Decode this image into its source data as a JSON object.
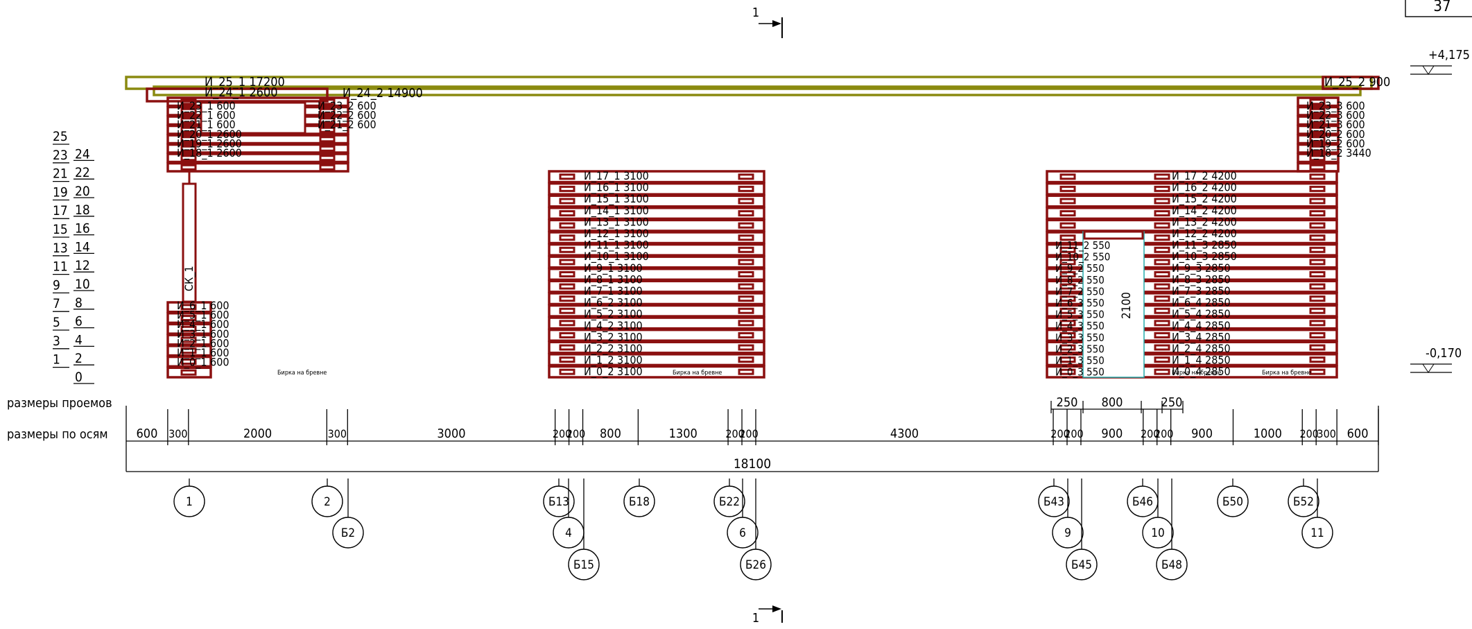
{
  "page_number": "37",
  "section_mark": "1",
  "elevation_top": "+4,175",
  "elevation_bottom": "-0,170",
  "row_labels": {
    "odd": [
      "1",
      "3",
      "5",
      "7",
      "9",
      "11",
      "13",
      "15",
      "17",
      "19",
      "21",
      "23",
      "25"
    ],
    "even": [
      "0",
      "2",
      "4",
      "6",
      "8",
      "10",
      "12",
      "14",
      "16",
      "18",
      "20",
      "22",
      "24"
    ]
  },
  "row_headers": {
    "openings": "размеры проемов",
    "axes": "размеры по осям"
  },
  "openings_dims": [
    "250",
    "800",
    "250"
  ],
  "axes_dims": [
    "600",
    "300",
    "2000",
    "300",
    "3000",
    "200",
    "200",
    "800",
    "1300",
    "200",
    "200",
    "4300",
    "200",
    "200",
    "900",
    "200",
    "200",
    "900",
    "1000",
    "200",
    "300",
    "600"
  ],
  "total_dim": "18100",
  "axis_bubbles": [
    "1",
    "2",
    "Б2",
    "Б13",
    "4",
    "Б15",
    "Б18",
    "Б22",
    "6",
    "Б26",
    "Б43",
    "9",
    "Б45",
    "Б46",
    "10",
    "Б48",
    "Б50",
    "Б52",
    "11"
  ],
  "note_text": "Бирка на бревне",
  "log_labels": {
    "top": [
      "И_25_1  17200",
      "И_24_1  2600",
      "И_24_2  14900",
      "И_25_2  900"
    ],
    "block_a": [
      "И_23_1  600",
      "И_22_1  600",
      "И_21_1  600",
      "И_20_1  2600",
      "И_19_1  2600",
      "И_18_1  2600"
    ],
    "block_a_right": [
      "И_23_2  600",
      "И_22_2  600",
      "И_21_2  600"
    ],
    "block_b": [
      "И_6_1  600",
      "И_5_1  600",
      "И_4_1  600",
      "И_3_1  600",
      "И_2_1  600",
      "И_1_1  600",
      "И_0_1  600"
    ],
    "block_c": [
      "И_17_1  3100",
      "И_16_1  3100",
      "И_15_1  3100",
      "И_14_1  3100",
      "И_13_1  3100",
      "И_12_1  3100",
      "И_11_1  3100",
      "И_10_1  3100",
      "И_9_1  3100",
      "И_8_1  3100",
      "И_7_1  3100",
      "И_6_2  3100",
      "И_5_2  3100",
      "И_4_2  3100",
      "И_3_2  3100",
      "И_2_2  3100",
      "И_1_2  3100",
      "И_0_2  3100"
    ],
    "block_d": [
      "И_17_2  4200",
      "И_16_2  4200",
      "И_15_2  4200",
      "И_14_2  4200",
      "И_13_2  4200",
      "И_12_2  4200",
      "И_11_3  2850",
      "И_10_3  2850",
      "И_9_3  2850",
      "И_8_3  2850",
      "И_7_3  2850",
      "И_6_4  2850",
      "И_5_4  2850",
      "И_4_4  2850",
      "И_3_4  2850",
      "И_2_4  2850",
      "И_1_4  2850",
      "И_0_4  2850"
    ],
    "block_d_left": [
      "И_11_2  550",
      "И_10_2  550",
      "И_9_2  550",
      "И_8_2  550",
      "И_7_2  550",
      "И_6_3  550",
      "И_5_3  550",
      "И_4_3  550",
      "И_3_3  550",
      "И_2_3  550",
      "И_1_3  550",
      "И_0_3  550"
    ],
    "block_e": [
      "И_23_3  600",
      "И_22_3  600",
      "И_21_3  600",
      "И_20_2  600",
      "И_19_2  600",
      "И_18_2  3440"
    ],
    "post": "СК_1",
    "door": "2100"
  }
}
